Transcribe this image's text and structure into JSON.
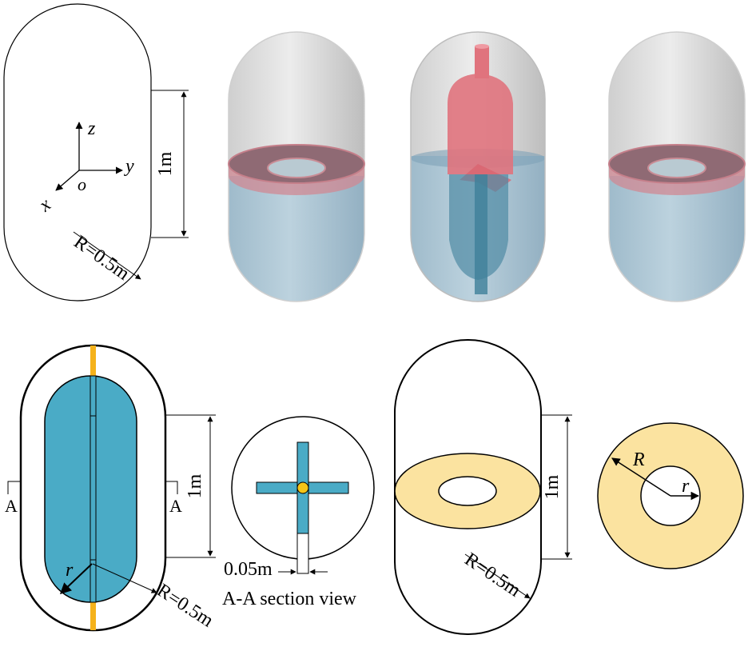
{
  "panel_a": {
    "axis_z": "z",
    "axis_y": "y",
    "axis_x": "x",
    "origin": "o",
    "height_dim": "1m",
    "radius_dim": "R=0.5m"
  },
  "panel_e": {
    "section_mark_left": "A",
    "section_mark_right": "A",
    "height_dim": "1m",
    "inner_radius": "r",
    "radius_dim": "R=0.5m"
  },
  "panel_f": {
    "width_dim": "0.05m",
    "caption": "A-A section view"
  },
  "panel_g": {
    "height_dim": "1m",
    "radius_dim": "R=0.5m"
  },
  "panel_h": {
    "outer_radius": "R",
    "inner_radius": "r"
  },
  "colors": {
    "impeller_blue": "#4aabc6",
    "shaft_yellow": "#f5b21b",
    "hub_yellow": "#f5c518",
    "baffle_fill": "#fbe3a0",
    "liquid_blue": "#adc6d4",
    "gas_grey": "#e2e2e2",
    "ring_red": "#d98a95",
    "impeller_red": "#e5737e"
  }
}
